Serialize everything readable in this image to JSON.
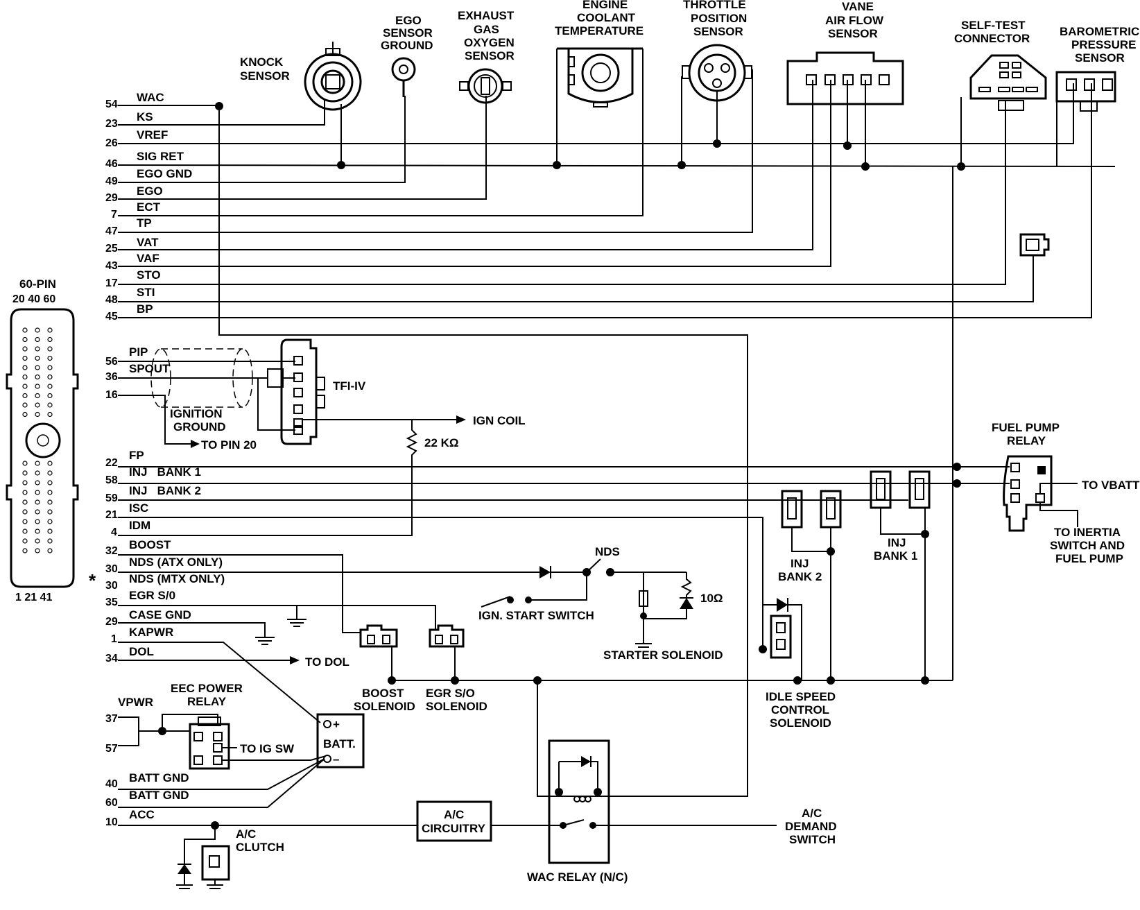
{
  "ecu": {
    "title": "60-PIN",
    "top_pins": "20 40 60",
    "bottom_pins": "1  21  41",
    "asterisk": "*"
  },
  "pins": [
    {
      "num": "54",
      "name": "WAC"
    },
    {
      "num": "23",
      "name": "KS"
    },
    {
      "num": "26",
      "name": "VREF"
    },
    {
      "num": "46",
      "name": "SIG RET"
    },
    {
      "num": "49",
      "name": "EGO GND"
    },
    {
      "num": "29",
      "name": "EGO"
    },
    {
      "num": "7",
      "name": "ECT"
    },
    {
      "num": "47",
      "name": "TP"
    },
    {
      "num": "25",
      "name": "VAT"
    },
    {
      "num": "43",
      "name": "VAF"
    },
    {
      "num": "17",
      "name": "STO"
    },
    {
      "num": "48",
      "name": "STI"
    },
    {
      "num": "45",
      "name": "BP"
    },
    {
      "num": "56",
      "name": "PIP"
    },
    {
      "num": "36",
      "name": "SPOUT"
    },
    {
      "num": "16",
      "name": ""
    },
    {
      "num": "22",
      "name": "FP"
    },
    {
      "num": "58",
      "name": "INJ   BANK 1"
    },
    {
      "num": "59",
      "name": "INJ   BANK 2"
    },
    {
      "num": "21",
      "name": "ISC"
    },
    {
      "num": "4",
      "name": "IDM"
    },
    {
      "num": "32",
      "name": "BOOST"
    },
    {
      "num": "30",
      "name": "NDS (ATX ONLY)"
    },
    {
      "num": "30",
      "name": "NDS (MTX ONLY)"
    },
    {
      "num": "35",
      "name": "EGR S/0"
    },
    {
      "num": "29",
      "name": "CASE GND"
    },
    {
      "num": "1",
      "name": "KAPWR"
    },
    {
      "num": "34",
      "name": "DOL"
    },
    {
      "num": "37",
      "name": "VPWR"
    },
    {
      "num": "57",
      "name": ""
    },
    {
      "num": "40",
      "name": "BATT GND"
    },
    {
      "num": "60",
      "name": "BATT GND"
    },
    {
      "num": "10",
      "name": "ACC"
    }
  ],
  "sensors": {
    "knock": [
      "KNOCK",
      "SENSOR"
    ],
    "ego_ground": [
      "EGO",
      "SENSOR",
      "GROUND"
    ],
    "exhaust": [
      "EXHAUST",
      "GAS",
      "OXYGEN",
      "SENSOR"
    ],
    "coolant": [
      "ENGINE",
      "COOLANT",
      "TEMPERATURE"
    ],
    "throttle": [
      "THROTTLE",
      "POSITION",
      "SENSOR"
    ],
    "vane": [
      "VANE",
      "AIR FLOW",
      "SENSOR"
    ],
    "selftest": [
      "SELF-TEST",
      "CONNECTOR"
    ],
    "baro": [
      "BAROMETRIC",
      "PRESSURE",
      "SENSOR"
    ]
  },
  "components": {
    "tfi": "TFI-IV",
    "ign_ground": [
      "IGNITION",
      "GROUND"
    ],
    "to_pin20": "TO PIN 20",
    "ign_coil": "IGN COIL",
    "resistor": "22 KΩ",
    "fuel_pump_relay": [
      "FUEL PUMP",
      "RELAY"
    ],
    "to_vbatt": "TO VBATT",
    "to_inertia": [
      "TO INERTIA",
      "SWITCH AND",
      "FUEL PUMP"
    ],
    "inj_bank1": [
      "INJ",
      "BANK 1"
    ],
    "inj_bank2": [
      "INJ",
      "BANK 2"
    ],
    "nds": "NDS",
    "ign_start": "IGN. START SWITCH",
    "ten_ohm": "10Ω",
    "starter": "STARTER SOLENOID",
    "to_dol": "TO DOL",
    "boost_sol": [
      "BOOST",
      "SOLENOID"
    ],
    "egr_sol": [
      "EGR S/O",
      "SOLENOID"
    ],
    "isc_sol": [
      "IDLE SPEED",
      "CONTROL",
      "SOLENOID"
    ],
    "eec_relay": [
      "EEC POWER",
      "RELAY"
    ],
    "to_ig_sw": "TO IG SW",
    "batt": "BATT.",
    "batt_plus": "+",
    "batt_minus": "–",
    "ac_circuitry": [
      "A/C",
      "CIRCUITRY"
    ],
    "ac_demand": [
      "A/C",
      "DEMAND",
      "SWITCH"
    ],
    "ac_clutch": [
      "A/C",
      "CLUTCH"
    ],
    "wac_relay": "WAC RELAY (N/C)"
  }
}
